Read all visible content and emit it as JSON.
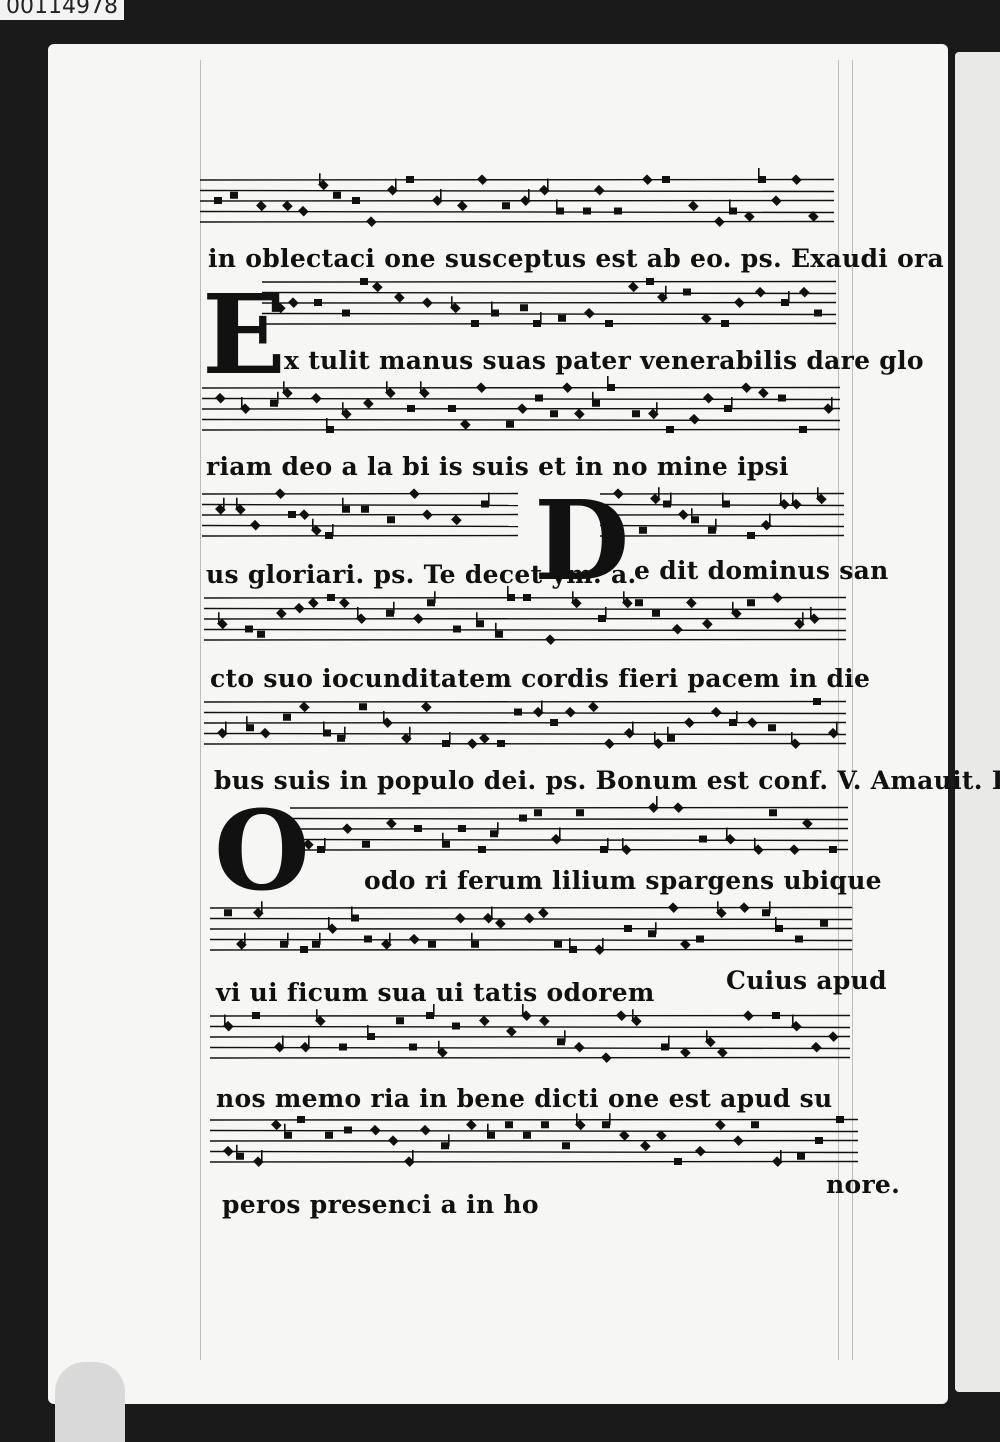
{
  "shelfmark": "00114978",
  "lyrics": [
    "in oblectaci  one susceptus est ab eo. ps. Exaudi ora",
    "x tulit manus suas pater venerabilis dare glo",
    "riam deo  a la  bi   is suis et in no  mine ipsi",
    "us gloriari. ps. Te decet ym. a.",
    "e  dit dominus san",
    "cto suo  iocunditatem      cordis fieri pacem in die",
    "bus suis in populo  dei. ps. Bonum est conf. V. Amauit. R.",
    "odo ri  ferum lilium spargens ubique",
    "vi  ui    ficum sua  ui   tatis odorem",
    "Cuius apud",
    "nos  memo     ria  in bene  dicti one    est apud su",
    "peros presenci a   in ho",
    "nore."
  ],
  "initials": {
    "E": "E",
    "D": "D",
    "O": "O"
  }
}
